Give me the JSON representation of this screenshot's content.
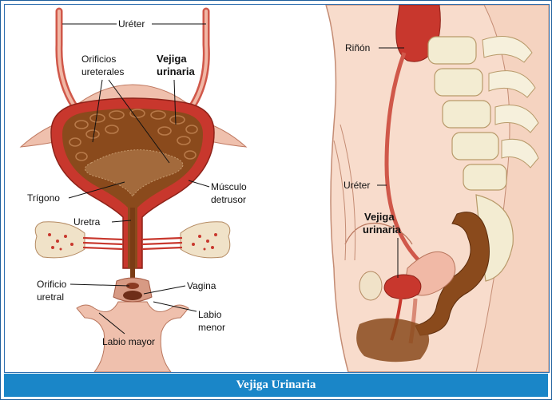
{
  "caption": "Vejiga Urinaria",
  "colors": {
    "frame": "#2f6fb0",
    "caption_bg": "#1a86c8",
    "muscle_red": "#c8372d",
    "lining_brown": "#8a4a1c",
    "outer_pink": "#efb29a",
    "spine": "#f3ecd2",
    "pelvic_bone": "#f0e2c8"
  },
  "labels": {
    "left": {
      "ureter": "Uréter",
      "ureteral_orifices": [
        "Orificios",
        "ureterales"
      ],
      "bladder": [
        "Vejiga",
        "urinaria"
      ],
      "trigone": "Trígono",
      "detrusor": [
        "Músculo",
        "detrusor"
      ],
      "urethra": "Uretra",
      "urethral_orifice": [
        "Orificio",
        "uretral"
      ],
      "vagina": "Vagina",
      "labia_minora": [
        "Labio",
        "menor"
      ],
      "labia_majora": "Labio mayor"
    },
    "right": {
      "kidney": "Riñón",
      "ureter": "Uréter",
      "bladder": [
        "Vejiga",
        "urinaria"
      ]
    }
  },
  "icons": {
    "left_illustration": "bladder-frontal-section-icon",
    "right_illustration": "female-pelvis-sagittal-icon"
  }
}
